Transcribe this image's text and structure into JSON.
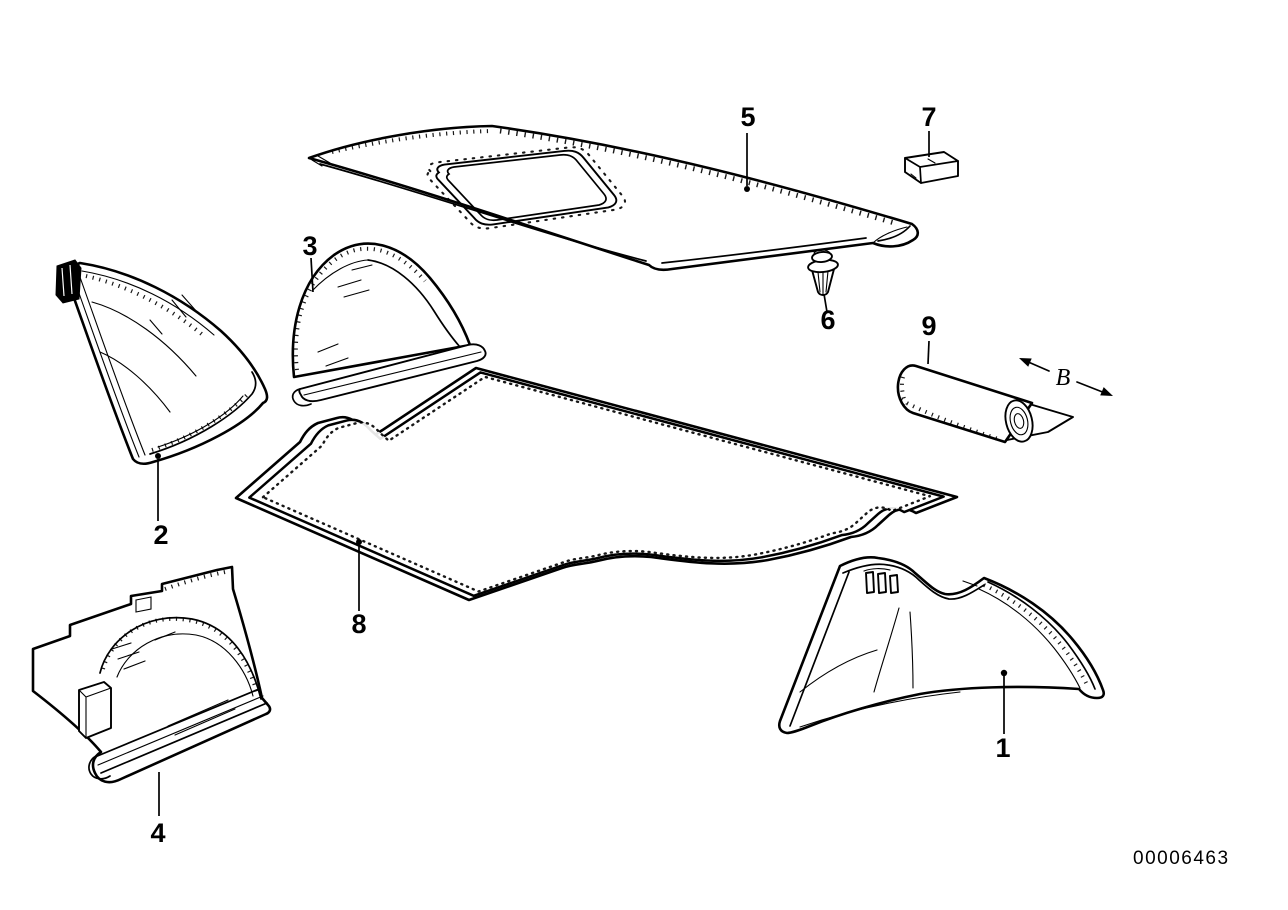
{
  "diagram": {
    "background_color": "#ffffff",
    "line_color": "#000000",
    "drawing_number": "00006463",
    "dimension_label": "B",
    "callouts": [
      {
        "label": "1"
      },
      {
        "label": "2"
      },
      {
        "label": "3"
      },
      {
        "label": "4"
      },
      {
        "label": "5"
      },
      {
        "label": "6"
      },
      {
        "label": "7"
      },
      {
        "label": "8"
      },
      {
        "label": "9"
      }
    ]
  }
}
